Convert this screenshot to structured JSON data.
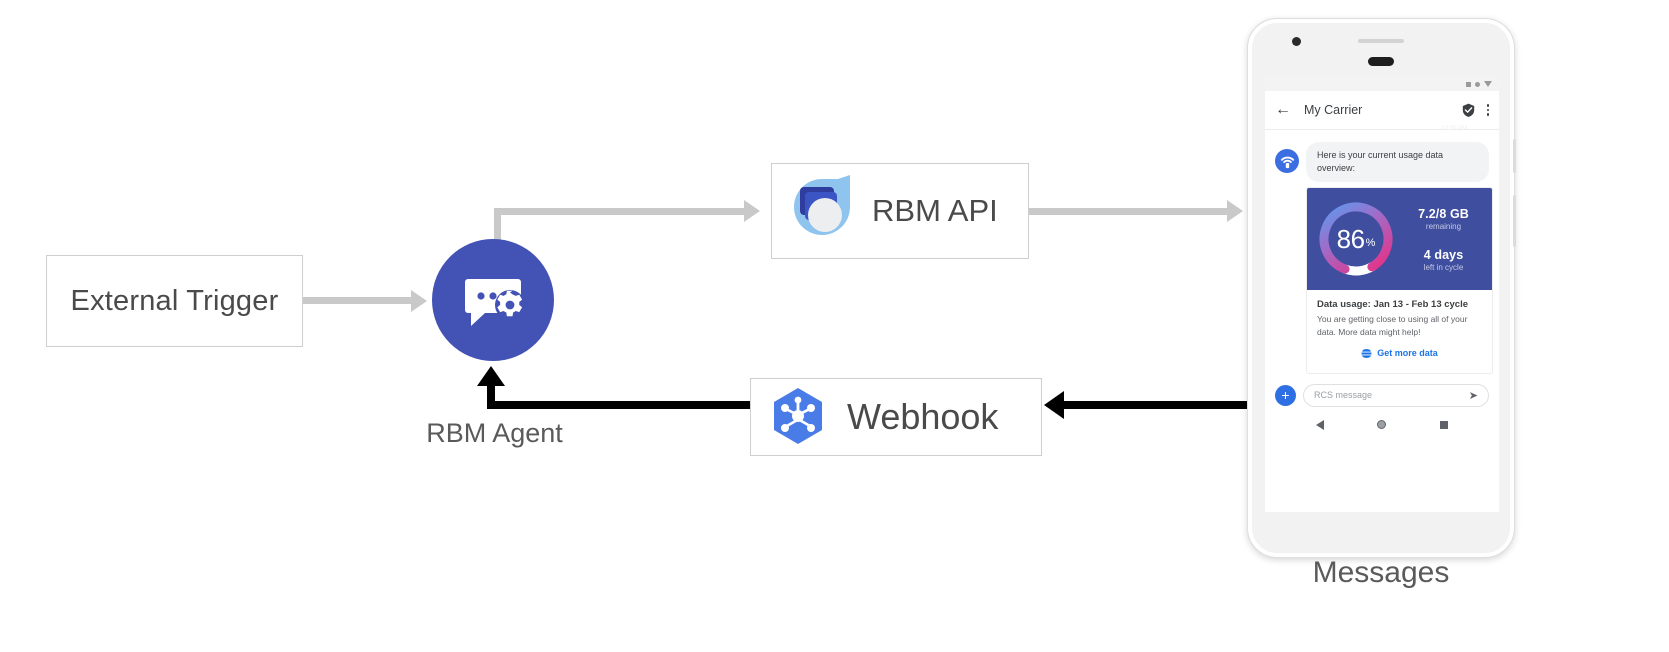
{
  "diagram": {
    "nodes": {
      "external_trigger": {
        "label": "External Trigger"
      },
      "rbm_agent": {
        "caption": "RBM Agent",
        "icon": "chat-gear-icon",
        "color": "#4252b5"
      },
      "rbm_api": {
        "label": "RBM API",
        "icon": "rbm-api-logo-icon"
      },
      "webhook": {
        "label": "Webhook",
        "icon": "webhook-hexagon-icon",
        "color": "#4a7ce8"
      },
      "messages": {
        "caption": "Messages"
      }
    },
    "edges": [
      {
        "name": "trigger-to-agent",
        "from": "External Trigger",
        "to": "RBM Agent",
        "color": "#c9c9c9"
      },
      {
        "name": "agent-to-rbm-api",
        "from": "RBM Agent",
        "to": "RBM API",
        "color": "#c9c9c9"
      },
      {
        "name": "rbm-api-to-messages",
        "from": "RBM API",
        "to": "Messages",
        "color": "#c9c9c9"
      },
      {
        "name": "messages-to-webhook",
        "from": "Messages",
        "to": "Webhook",
        "color": "#000000"
      },
      {
        "name": "webhook-to-agent",
        "from": "Webhook",
        "to": "RBM Agent",
        "color": "#000000"
      }
    ]
  },
  "phone": {
    "status_bar": {
      "icons": [
        "square-icon",
        "circle-icon",
        "triangle-down-icon"
      ]
    },
    "app_bar": {
      "back_icon": "back-arrow-icon",
      "title": "My Carrier",
      "verified_icon": "verified-shield-icon",
      "overflow_icon": "overflow-menu-icon",
      "timestamp": "12:30 PM"
    },
    "conversation": {
      "bot_avatar_icon": "carrier-wifi-icon",
      "message_text": "Here is your current usage data overview:",
      "rich_card": {
        "gauge": {
          "value": "86",
          "unit": "%",
          "percent": 86,
          "track_color": "#ffffff",
          "gradient_from": "#5b9bf0",
          "gradient_mid": "#a06cc8",
          "gradient_to": "#e0368c"
        },
        "hero_bg": "#3f4e9e",
        "stats": [
          {
            "big": "7.2/8 GB",
            "small": "remaining"
          },
          {
            "big": "4 days",
            "small": "left in cycle"
          }
        ],
        "title": "Data usage: Jan 13 - Feb 13 cycle",
        "description": "You are getting close to using all of your data. More data might help!",
        "action": {
          "icon": "globe-icon",
          "label": "Get more data",
          "color": "#1a73e8"
        }
      }
    },
    "composer": {
      "plus_icon": "plus-icon",
      "placeholder": "RCS message",
      "send_icon": "send-icon"
    },
    "nav_bar": {
      "icons": [
        "nav-back-icon",
        "nav-home-icon",
        "nav-recents-icon"
      ]
    }
  }
}
